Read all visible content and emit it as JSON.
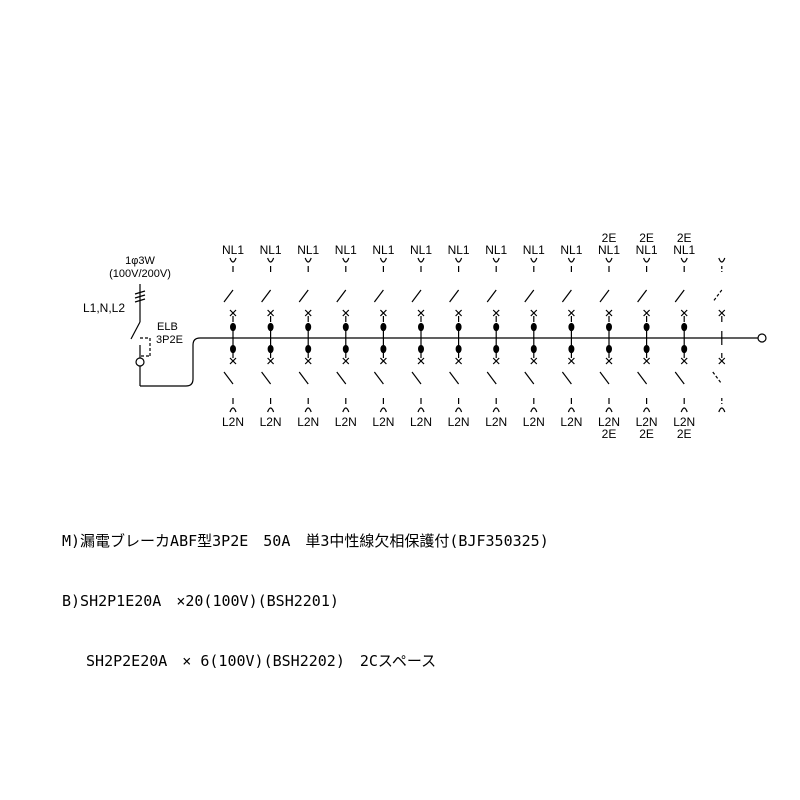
{
  "supply": {
    "phase_label": "1φ3W",
    "voltage_label": "(100V/200V)",
    "line_label": "L1,N,L2"
  },
  "main_breaker": {
    "name": "ELB",
    "type": "3P2E"
  },
  "branches": [
    {
      "top": [
        "NL1"
      ],
      "bottom": [
        "L2N"
      ]
    },
    {
      "top": [
        "NL1"
      ],
      "bottom": [
        "L2N"
      ]
    },
    {
      "top": [
        "NL1"
      ],
      "bottom": [
        "L2N"
      ]
    },
    {
      "top": [
        "NL1"
      ],
      "bottom": [
        "L2N"
      ]
    },
    {
      "top": [
        "NL1"
      ],
      "bottom": [
        "L2N"
      ]
    },
    {
      "top": [
        "NL1"
      ],
      "bottom": [
        "L2N"
      ]
    },
    {
      "top": [
        "NL1"
      ],
      "bottom": [
        "L2N"
      ]
    },
    {
      "top": [
        "NL1"
      ],
      "bottom": [
        "L2N"
      ]
    },
    {
      "top": [
        "NL1"
      ],
      "bottom": [
        "L2N"
      ]
    },
    {
      "top": [
        "NL1"
      ],
      "bottom": [
        "L2N"
      ]
    },
    {
      "top": [
        "2E",
        "NL1"
      ],
      "bottom": [
        "L2N",
        "2E"
      ]
    },
    {
      "top": [
        "2E",
        "NL1"
      ],
      "bottom": [
        "L2N",
        "2E"
      ]
    },
    {
      "top": [
        "2E",
        "NL1"
      ],
      "bottom": [
        "L2N",
        "2E"
      ]
    },
    {
      "top": [],
      "bottom": [],
      "spare": true
    }
  ],
  "spec_lines": [
    "M)漏電ブレーカABF型3P2E　50A　単3中性線欠相保護付(BJF350325)",
    "B)SH2P1E20A　×20(100V)(BSH2201)",
    "　 SH2P2E20A　× 6(100V)(BSH2202)　2Cスペース"
  ]
}
